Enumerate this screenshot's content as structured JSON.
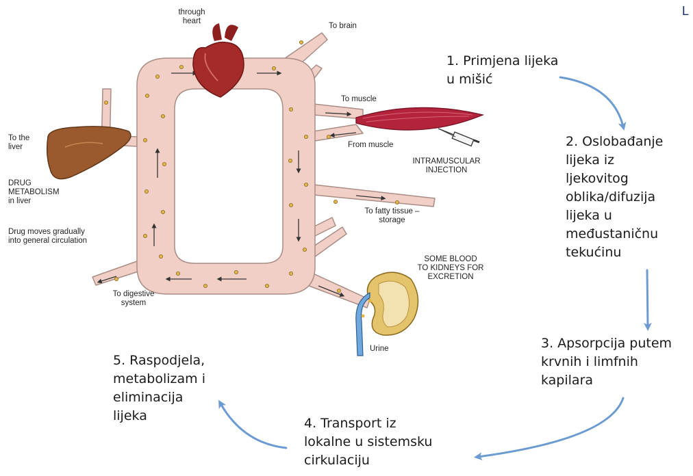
{
  "diagram": {
    "labels": {
      "through_heart": "through\nheart",
      "to_brain": "To brain",
      "to_muscle": "To muscle",
      "from_muscle": "From muscle",
      "intramuscular_injection": "INTRAMUSCULAR\nINJECTION",
      "to_liver": "To the\nliver",
      "drug_metabolism": "DRUG\nMETABOLISM\nin liver",
      "drug_moves": "Drug moves gradually\ninto general circulation",
      "to_fatty_tissue": "To fatty tissue –\nstorage",
      "some_blood": "SOME BLOOD\nTO KIDNEYS FOR\nEXCRETION",
      "to_digestive": "To digestive\nsystem",
      "urine": "Urine",
      "corner": "L"
    },
    "steps": {
      "step1": "1. Primjena lijeka\nu mišić",
      "step2": "2. Oslobađanje\nlijeka iz\nljekovitog\noblika/difuzija\nlijeka u\nmeđustaničnu\ntekućinu",
      "step3": "3. Apsorpcija putem\nkrvnih i limfnih\nkapilara",
      "step4": "4. Transport iz\nlokalne u sistemsku\ncirkulaciju",
      "step5": "5. Raspodjela,\nmetabolizam i\neliminacija\nlijeka"
    },
    "colors": {
      "vessel": "#f1cfc6",
      "vessel_edge": "#a88d86",
      "heart": "#a52a2a",
      "liver": "#9a5a2e",
      "muscle": "#b3243c",
      "kidney": "#e4c36a",
      "urine_tube": "#6fa8dc",
      "step_arrow": "#6b9bd1"
    }
  }
}
